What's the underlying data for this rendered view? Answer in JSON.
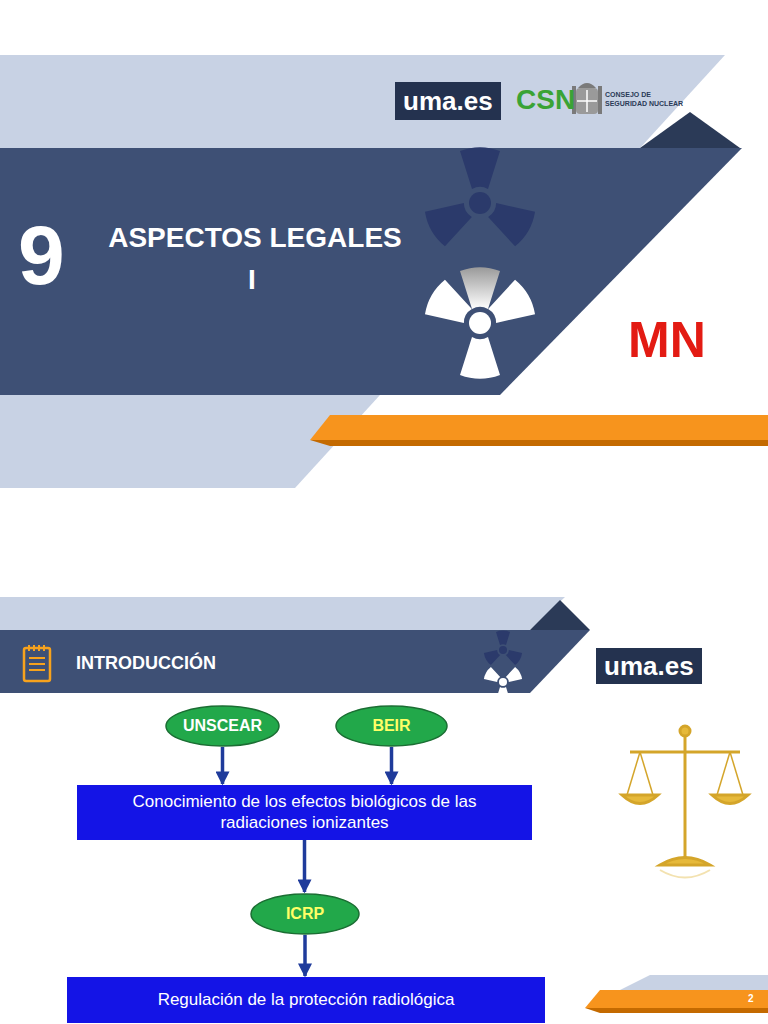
{
  "diagram": {
    "title": "ASPECTOS LEGALES",
    "nodes": [
      {
        "text": [
          "UNSCEAR"
        ]
      },
      {
        "text": [
          "BEIR"
        ]
      },
      {
        "text": [
          "Conocimiento de los efectos biológicos de las radiaciones ionizantes"
        ]
      },
      {
        "text": [
          "ICRP"
        ]
      },
      {
        "text": [
          "Regulación de la protección radiológica"
        ]
      }
    ],
    "edges": [
      {
        "from": 0,
        "to": 2,
        "arrow": "to"
      },
      {
        "from": 1,
        "to": 2,
        "arrow": "to"
      },
      {
        "from": 2,
        "to": 3,
        "arrow": "to"
      },
      {
        "from": 3,
        "to": 4,
        "arrow": "to"
      }
    ],
    "labels": [
      "uma.es",
      "CSN",
      "CONSEJO DE",
      "SEGURIDAD NUCLEAR",
      "9",
      "I",
      "MN",
      "INTRODUCCIÓN",
      "uma.es",
      "2"
    ]
  }
}
